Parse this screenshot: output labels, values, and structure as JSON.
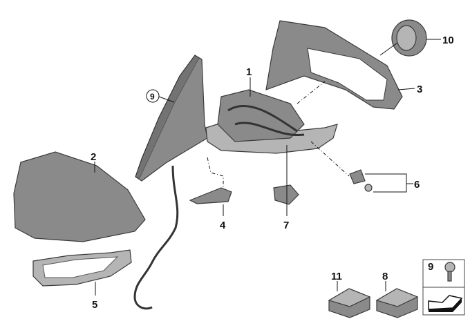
{
  "diagram": {
    "callouts": {
      "mirror_base": "1",
      "cover_cap": "2",
      "mirror_frame": "3",
      "bracket": "4",
      "turn_signal": "5",
      "clips": "6",
      "lower_bracket": "7",
      "small_parts_8": "8",
      "mirror_glass": "9",
      "actuator": "10",
      "small_parts_11": "11",
      "screw_box": "9"
    }
  }
}
